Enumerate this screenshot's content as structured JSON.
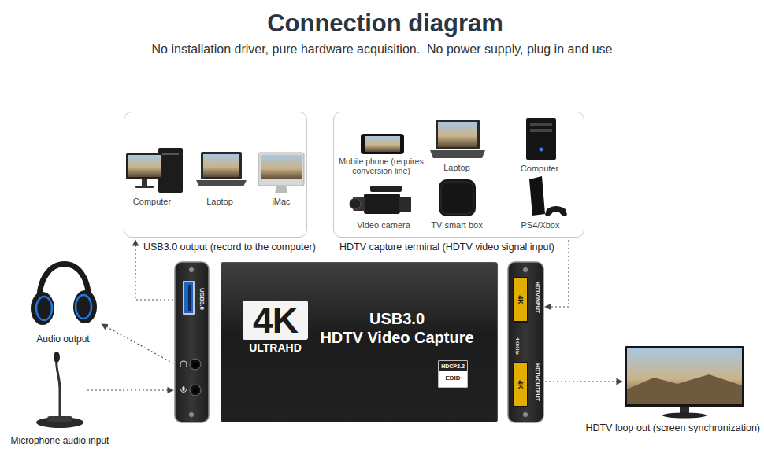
{
  "diagram": {
    "title": "Connection diagram",
    "nodes": [
      {
        "text": [
          "USB3.0 output (record to the computer)"
        ]
      },
      {
        "text": [
          "HDTV capture terminal (HDTV video signal input)"
        ]
      },
      {
        "text": [
          "Audio output"
        ]
      },
      {
        "text": [
          "Microphone audio input"
        ]
      },
      {
        "text": [
          "USB3.0"
        ]
      },
      {
        "text": [
          "4K",
          "ULTRAHD",
          "USB3.0",
          "HDTV Video Capture"
        ]
      },
      {
        "text": [
          "HDCP2.2",
          "EDID"
        ],
        "in": 5
      },
      {
        "text": [
          "HDTVINPUT",
          "4K60Hz",
          "HDTVOUTPUT"
        ]
      },
      {
        "text": [
          "4K"
        ],
        "in": 7
      },
      {
        "text": [
          "4K"
        ],
        "in": 7
      },
      {
        "text": [
          "HDTV loop out (screen synchronization)"
        ]
      }
    ],
    "edges": [
      {
        "from": 4,
        "to": 0,
        "arrow": "to"
      },
      {
        "from": 1,
        "to": 7,
        "arrow": "to"
      },
      {
        "from": 4,
        "to": 2,
        "arrow": "to"
      },
      {
        "from": 3,
        "to": 4,
        "arrow": "to"
      },
      {
        "from": 7,
        "to": 10,
        "arrow": "to"
      }
    ],
    "labels": [
      "No installation driver, pure hardware acquisition.  No power supply, plug in and use",
      "Computer",
      "Laptop",
      "iMac",
      "Mobile phone (requires conversion line)",
      "Laptop",
      "Computer",
      "Video camera",
      "TV smart box",
      "PS4/Xbox"
    ]
  }
}
